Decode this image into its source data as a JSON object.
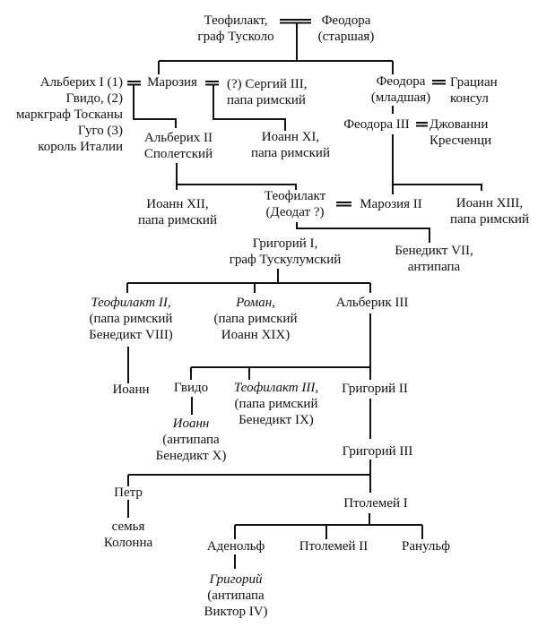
{
  "people": {
    "teofilakt_tusculo": [
      "Теофилакт,",
      "граф Тусколо"
    ],
    "feodora_elder": [
      "Феодора",
      "(старшая)"
    ],
    "alberich1_spouses": [
      "Альберих I (1)",
      "Гвидо, (2)",
      "маркграф Тосканы",
      "Гуго (3)",
      "король Италии"
    ],
    "marozia": [
      "Марозия"
    ],
    "sergius3": [
      "(?) Сергий III,",
      "папа римский"
    ],
    "feodora_younger": [
      "Феодора",
      "(младшая)"
    ],
    "gratian": [
      "Грациан",
      "консул"
    ],
    "feodora3": [
      "Феодора III"
    ],
    "giovanni": [
      "Джованни",
      "Кресченци"
    ],
    "alberich2": [
      "Альберих II",
      "Сполетский"
    ],
    "john11": [
      "Иоанн XI,",
      "папа римский"
    ],
    "john12": [
      "Иоанн XII,",
      "папа римский"
    ],
    "teofilakt_deodat": [
      "Теофилакт",
      "(Деодат ?)"
    ],
    "marozia2": [
      "Марозия II"
    ],
    "john13": [
      "Иоанн XIII,",
      "папа римский"
    ],
    "gregory1": [
      "Григорий I,",
      "граф Тускулумский"
    ],
    "benedict7": [
      "Бенедикт VII,",
      "антипапа"
    ],
    "teofilakt2": [
      "Теофилакт II,",
      "(папа римский",
      "Бенедикт VIII)"
    ],
    "roman": [
      "Роман,",
      "(папа римский",
      "Иоанн XIX)"
    ],
    "alberic3": [
      "Альберик III"
    ],
    "john": [
      "Иоанн"
    ],
    "guido": [
      "Гвидо"
    ],
    "john_antipope": [
      "Иоанн",
      "(антипапа",
      "Бенедикт X)"
    ],
    "teofilakt3": [
      "Теофилакт III,",
      "(папа римский",
      "Бенедикт IX)"
    ],
    "gregory2": [
      "Григорий II"
    ],
    "gregory3": [
      "Григорий III"
    ],
    "petr": [
      "Петр"
    ],
    "colonna": [
      "семья",
      "Колонна"
    ],
    "ptolemy1": [
      "Птолемей I"
    ],
    "adenolf": [
      "Аденольф"
    ],
    "ptolemy2": [
      "Птолемей II"
    ],
    "ranulf": [
      "Ранульф"
    ],
    "gregory_antipope": [
      "Григорий",
      "(антипапа",
      "Виктор IV)"
    ]
  }
}
